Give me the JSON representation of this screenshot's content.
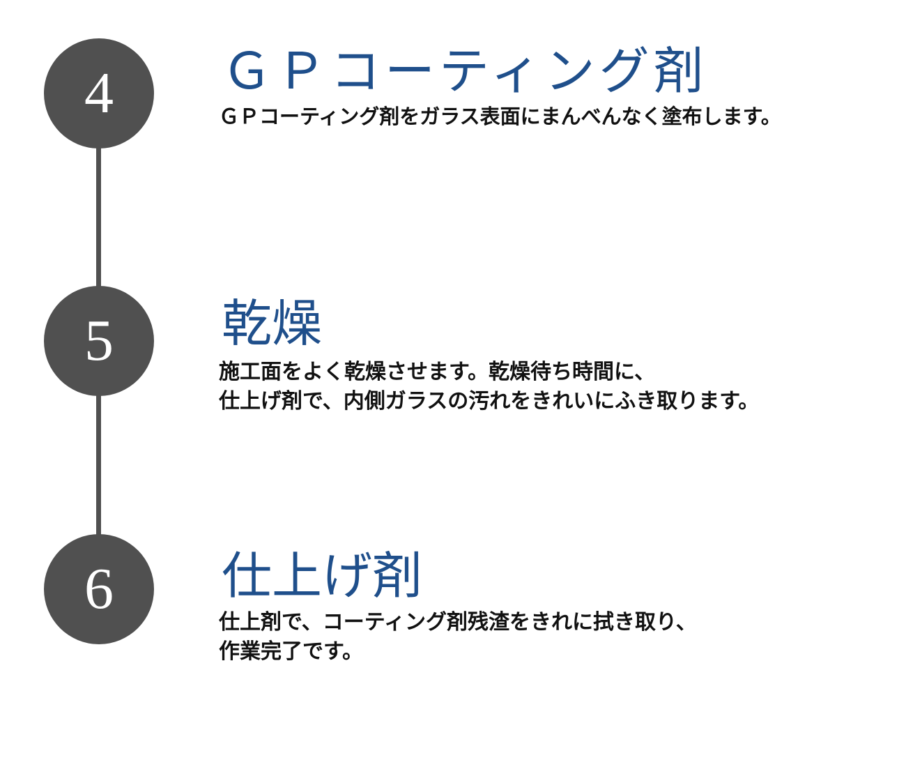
{
  "steps": [
    {
      "number": "4",
      "title": "ＧＰコーティング剤",
      "description": [
        "ＧＰコーティング剤をガラス表面にまんべんなく塗布します。"
      ]
    },
    {
      "number": "5",
      "title": "乾燥",
      "description": [
        "施工面をよく乾燥させます。乾燥待ち時間に、",
        "仕上げ剤で、内側ガラスの汚れをきれいにふき取ります。"
      ]
    },
    {
      "number": "6",
      "title": "仕上げ剤",
      "description": [
        "仕上剤で、コーティング剤残渣をきれに拭き取り、",
        "作業完了です。"
      ]
    }
  ],
  "colors": {
    "circle": "#505050",
    "title": "#1f4f8b",
    "text": "#111111"
  }
}
